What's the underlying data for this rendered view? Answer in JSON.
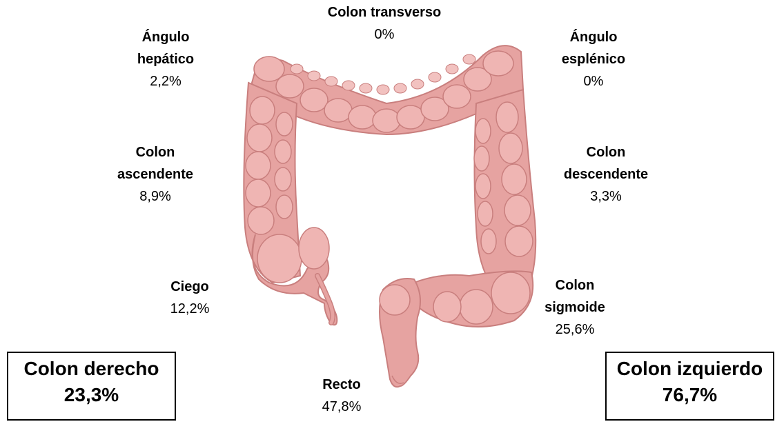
{
  "segments": {
    "transverso": {
      "name": "Colon transverso",
      "pct": "0%"
    },
    "hepatico": {
      "name_line1": "Ángulo",
      "name_line2": "hepático",
      "pct": "2,2%"
    },
    "esplenico": {
      "name_line1": "Ángulo",
      "name_line2": "esplénico",
      "pct": "0%"
    },
    "ascendente": {
      "name_line1": "Colon",
      "name_line2": "ascendente",
      "pct": "8,9%"
    },
    "descendente": {
      "name_line1": "Colon",
      "name_line2": "descendente",
      "pct": "3,3%"
    },
    "ciego": {
      "name": "Ciego",
      "pct": "12,2%"
    },
    "sigmoide": {
      "name_line1": "Colon",
      "name_line2": "sigmoide",
      "pct": "25,6%"
    },
    "recto": {
      "name": "Recto",
      "pct": "47,8%"
    }
  },
  "totals": {
    "derecho": {
      "name": "Colon derecho",
      "pct": "23,3%"
    },
    "izquierdo": {
      "name": "Colon izquierdo",
      "pct": "76,7%"
    }
  },
  "colors": {
    "colon_fill": "#e6a3a1",
    "colon_dark": "#c97f7e",
    "colon_light": "#f2c2c0"
  }
}
